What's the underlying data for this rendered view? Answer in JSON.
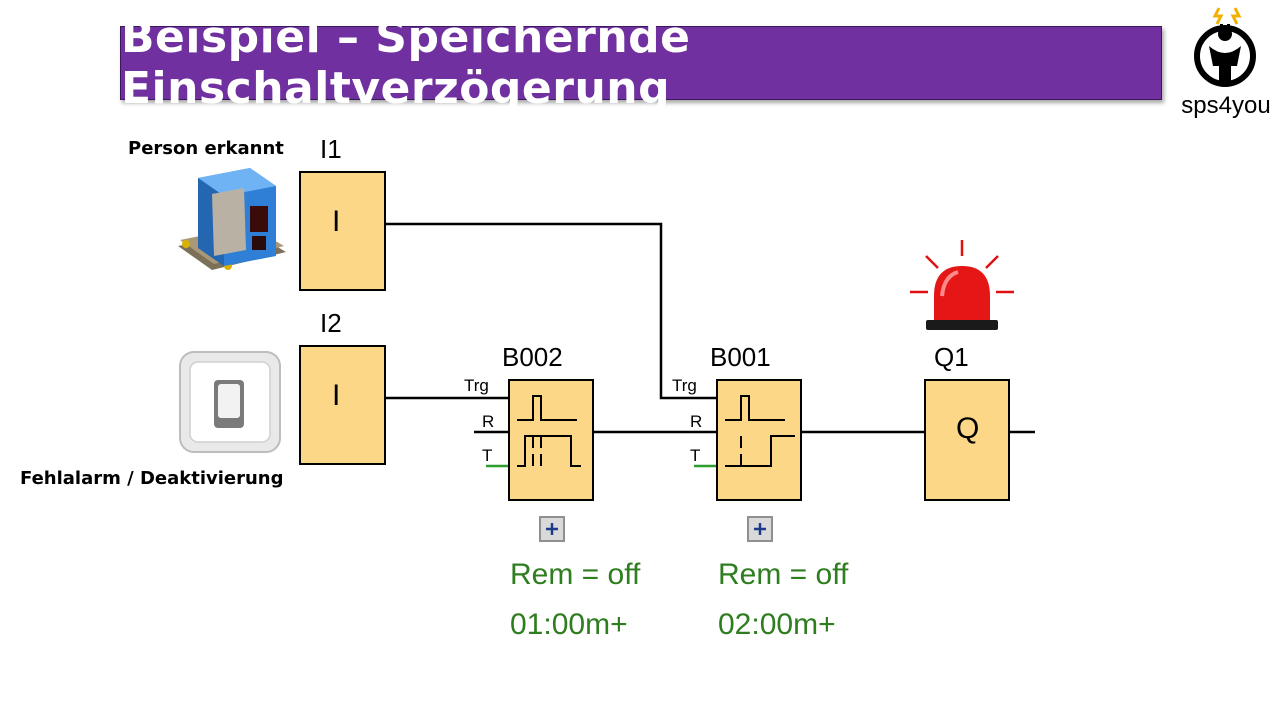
{
  "title": "Beispiel – Speichernde Einschaltverzögerung",
  "logo": {
    "text": "sps4you",
    "icon": "person-plug-icon"
  },
  "colors": {
    "title_bg": "#7030a0",
    "block_fill": "#fbd787",
    "param_text": "#2e7d1e",
    "wire": "#000000"
  },
  "devices": {
    "sensor_label": "Person erkannt",
    "switch_label": "Fehlalarm / Deaktivierung",
    "lamp_icon": "red-alarm-beacon-icon"
  },
  "blocks": {
    "i1": {
      "name": "I1",
      "symbol": "I"
    },
    "i2": {
      "name": "I2",
      "symbol": "I"
    },
    "b002": {
      "name": "B002",
      "pin_trg": "Trg",
      "pin_r": "R",
      "pin_t": "T",
      "rem": "Rem = off",
      "time": "01:00m+"
    },
    "b001": {
      "name": "B001",
      "pin_trg": "Trg",
      "pin_r": "R",
      "pin_t": "T",
      "rem": "Rem = off",
      "time": "02:00m+"
    },
    "q1": {
      "name": "Q1",
      "symbol": "Q"
    }
  }
}
